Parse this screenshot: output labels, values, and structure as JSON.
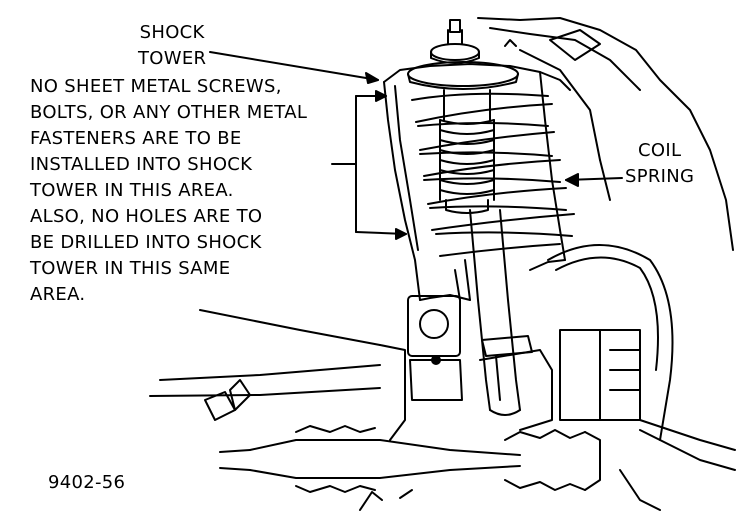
{
  "labels": {
    "shock_tower": [
      "SHOCK",
      "TOWER"
    ],
    "coil_spring": [
      "COIL",
      "SPRING"
    ],
    "warning_note": [
      "NO SHEET METAL SCREWS,",
      "BOLTS, OR ANY OTHER METAL",
      "FASTENERS ARE TO BE",
      "INSTALLED INTO SHOCK",
      "TOWER IN THIS AREA.",
      "ALSO, NO HOLES ARE TO",
      "BE DRILLED INTO SHOCK",
      "TOWER IN THIS SAME",
      "AREA."
    ],
    "figure_id": "9402-56"
  },
  "colors": {
    "ink": "#000000",
    "paper": "#ffffff"
  }
}
